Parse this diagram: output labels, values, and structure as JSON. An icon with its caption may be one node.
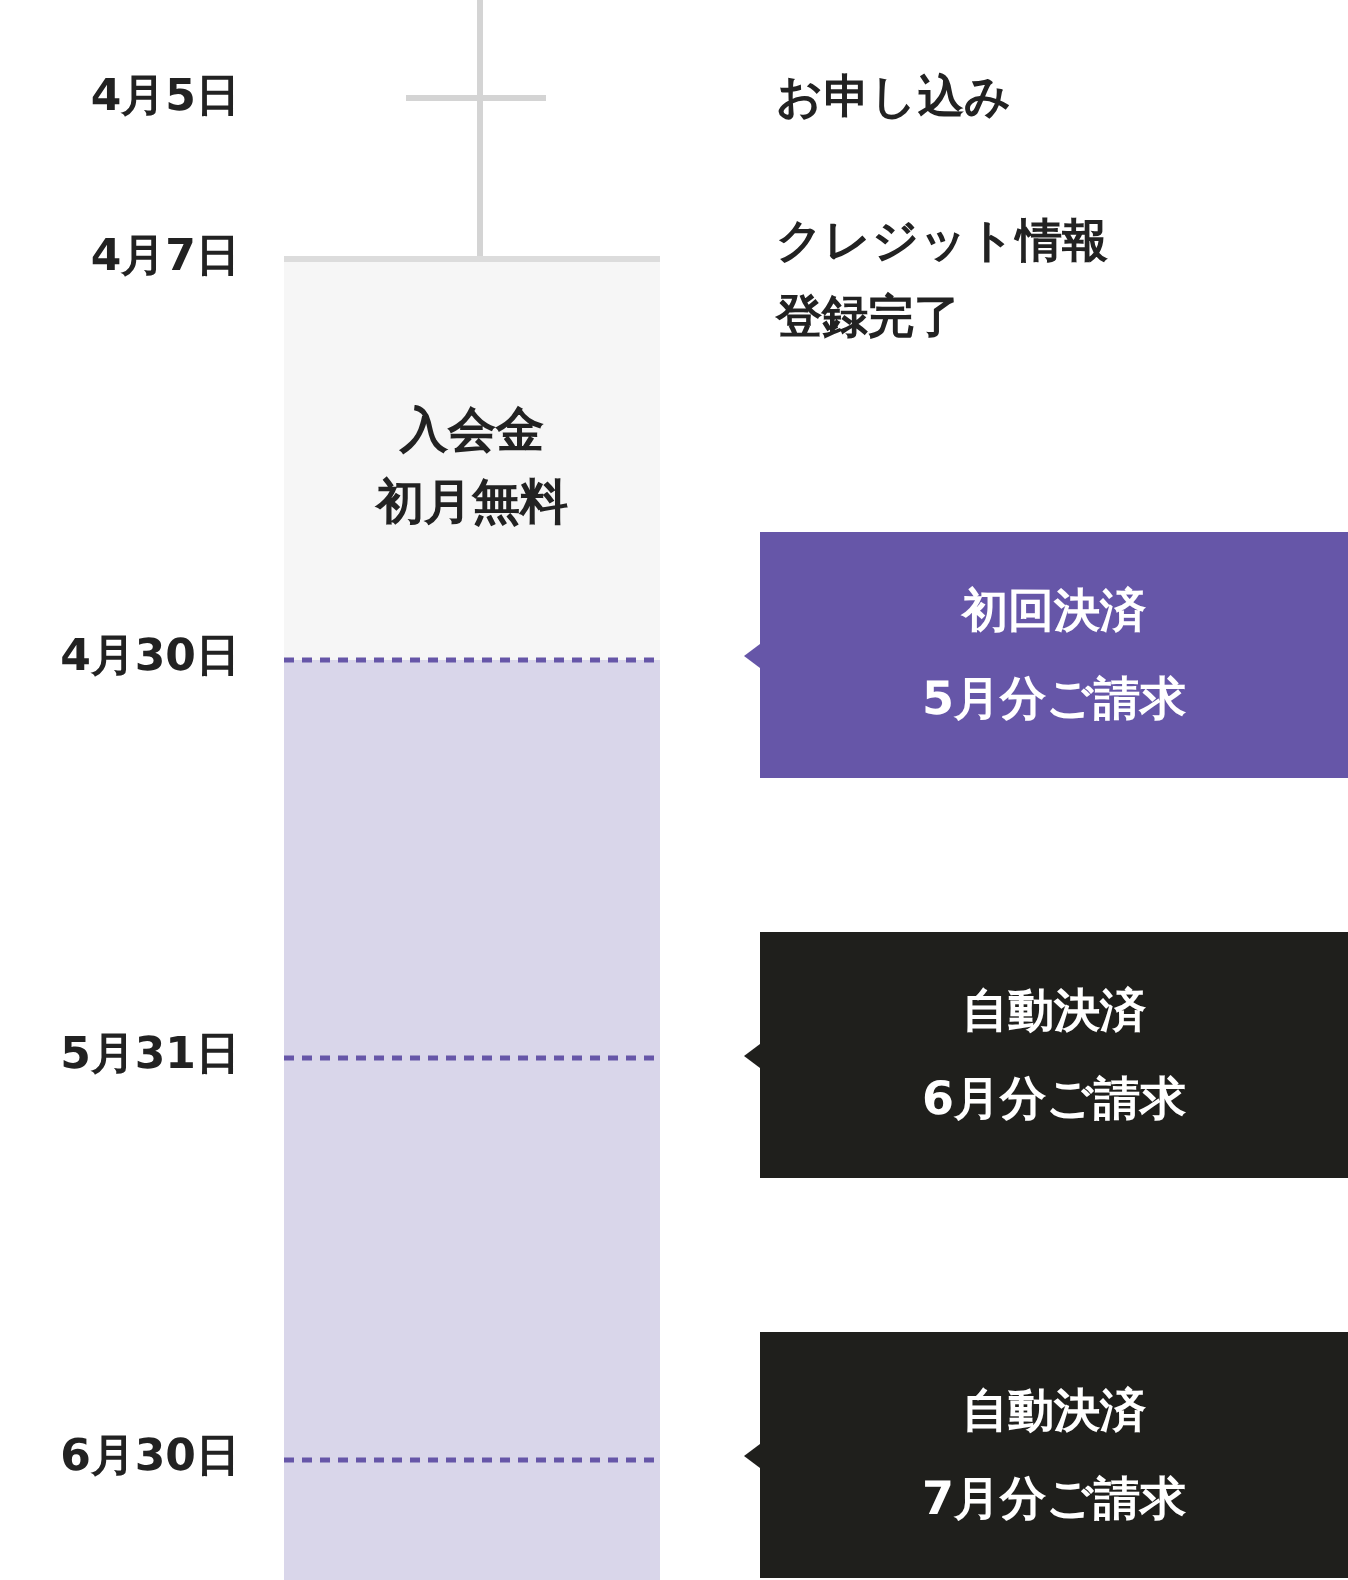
{
  "diagram": {
    "nodes": [
      {
        "text": [
          "入会金",
          "初月無料"
        ]
      },
      {
        "text": [],
        "shape": "bar"
      },
      {
        "text": [
          "初回決済",
          "5月分ご請求"
        ]
      },
      {
        "text": [
          "自動決済",
          "6月分ご請求"
        ]
      },
      {
        "text": [
          "自動決済",
          "7月分ご請求"
        ]
      }
    ],
    "labels": [
      "4月5日",
      "お申し込み",
      "4月7日",
      "クレジット情報登録完了",
      "4月30日",
      "5月31日",
      "6月30日"
    ]
  }
}
